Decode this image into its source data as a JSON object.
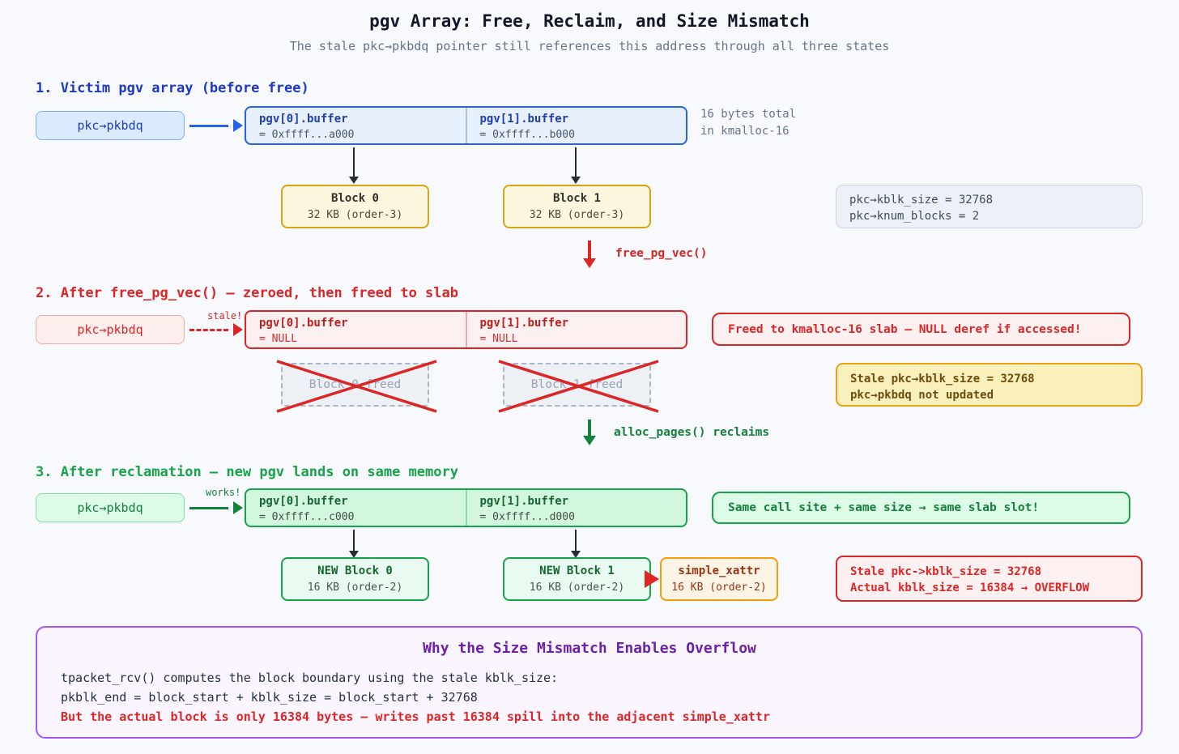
{
  "header": {
    "title": "pgv Array: Free, Reclaim, and Size Mismatch",
    "subtitle": "The stale pkc→pkbdq pointer still references this address through all three states"
  },
  "section1": {
    "heading": "1. Victim pgv array (before free)",
    "pointer": "pkc→pkbdq",
    "pgv": [
      {
        "name": "pgv[0].buffer",
        "value": "= 0xffff...a000"
      },
      {
        "name": "pgv[1].buffer",
        "value": "= 0xffff...b000"
      }
    ],
    "side_note": [
      "16 bytes total",
      "in kmalloc-16"
    ],
    "blocks": [
      {
        "title": "Block 0",
        "size": "32 KB (order-3)"
      },
      {
        "title": "Block 1",
        "size": "32 KB (order-3)"
      }
    ],
    "info_lines": [
      "pkc→kblk_size = 32768",
      "pkc→knum_blocks = 2"
    ],
    "transition_label": "free_pg_vec()"
  },
  "section2": {
    "heading": "2. After free_pg_vec() — zeroed, then freed to slab",
    "pointer": "pkc→pkbdq",
    "arrow_note": "stale!",
    "pgv": [
      {
        "name": "pgv[0].buffer",
        "value": "= NULL"
      },
      {
        "name": "pgv[1].buffer",
        "value": "= NULL"
      }
    ],
    "alert": "Freed to kmalloc-16 slab — NULL deref if accessed!",
    "freed_blocks": [
      "Block 0 freed",
      "Block 1 freed"
    ],
    "warn_lines": [
      "Stale pkc→kblk_size = 32768",
      "pkc→pkbdq not updated"
    ],
    "transition_label": "alloc_pages() reclaims"
  },
  "section3": {
    "heading": "3. After reclamation — new pgv lands on same memory",
    "pointer": "pkc→pkbdq",
    "arrow_note": "works!",
    "pgv": [
      {
        "name": "pgv[0].buffer",
        "value": "= 0xffff...c000"
      },
      {
        "name": "pgv[1].buffer",
        "value": "= 0xffff...d000"
      }
    ],
    "note": "Same call site + same size → same slab slot!",
    "blocks": [
      {
        "title": "NEW Block 0",
        "size": "16 KB (order-2)"
      },
      {
        "title": "NEW Block 1",
        "size": "16 KB (order-2)"
      }
    ],
    "adjacent": {
      "title": "simple_xattr",
      "size": "16 KB (order-2)"
    },
    "alert_lines": [
      "Stale pkc->kblk_size = 32768",
      "Actual kblk_size = 16384 → OVERFLOW"
    ]
  },
  "footer": {
    "title": "Why the Size Mismatch Enables Overflow",
    "line1": "tpacket_rcv() computes the block boundary using the stale kblk_size:",
    "line2": "pkblk_end = block_start + kblk_size = block_start + 32768",
    "line3": "But the actual block is only 16384 bytes — writes past 16384 spill into the adjacent simple_xattr"
  },
  "colors": {
    "blue": "#1d39c4",
    "red": "#dc2626",
    "green": "#16a34a",
    "amber": "#eba313",
    "purple": "#a855f7",
    "background": "#f7f9fc"
  }
}
